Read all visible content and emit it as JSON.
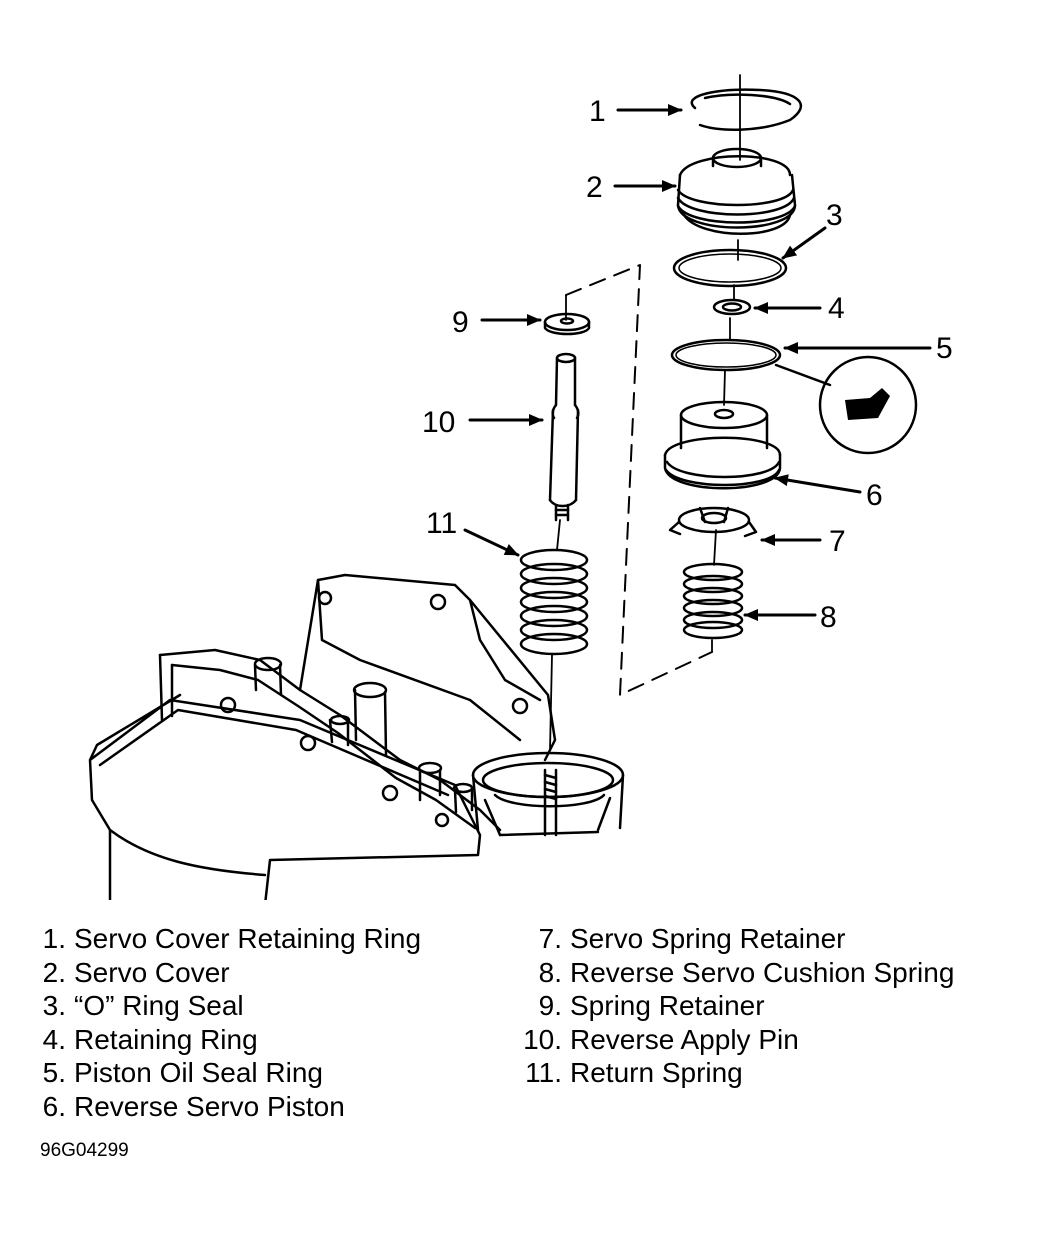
{
  "callouts": [
    "1",
    "2",
    "3",
    "4",
    "5",
    "6",
    "7",
    "8",
    "9",
    "10",
    "11"
  ],
  "legend": {
    "left": [
      {
        "num": "1.",
        "text": "Servo Cover Retaining Ring"
      },
      {
        "num": "2.",
        "text": "Servo Cover"
      },
      {
        "num": "3.",
        "text": "“O” Ring Seal"
      },
      {
        "num": "4.",
        "text": "Retaining Ring"
      },
      {
        "num": "5.",
        "text": "Piston Oil Seal Ring"
      },
      {
        "num": "6.",
        "text": "Reverse Servo Piston"
      }
    ],
    "right": [
      {
        "num": "7.",
        "text": "Servo Spring Retainer"
      },
      {
        "num": "8.",
        "text": "Reverse Servo Cushion Spring"
      },
      {
        "num": "9.",
        "text": "Spring Retainer"
      },
      {
        "num": "10.",
        "text": "Reverse Apply Pin"
      },
      {
        "num": "11.",
        "text": "Return Spring"
      }
    ]
  },
  "figure_id": "96G04299"
}
